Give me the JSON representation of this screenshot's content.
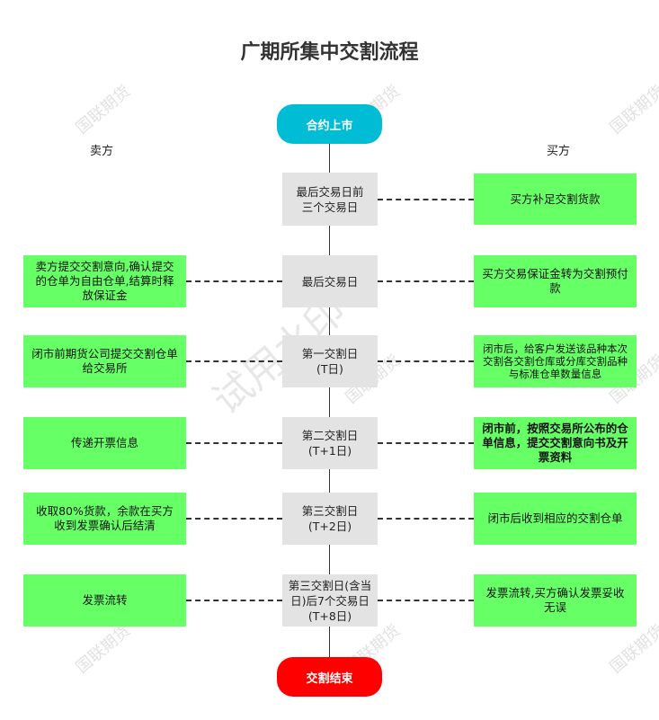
{
  "title": "广期所集中交割流程",
  "seller_label": "卖方",
  "buyer_label": "买方",
  "start": "合约上市",
  "end": "交割结束",
  "steps": [
    {
      "center": "最后交易日前\n三个交易日",
      "left": "",
      "right": "买方补足交割货款"
    },
    {
      "center": "最后交易日",
      "left": "卖方提交交割意向,确认提交的仓单为自由仓单,结算时释放保证金",
      "right": "买方交易保证金转为交割预付款"
    },
    {
      "center": "第一交割日\n(T日)",
      "left": "闭市前期货公司提交交割仓单给交易所",
      "right": "闭市后，给客户发送该品种本次交割各交割仓库或分库交割品种与标准仓单数量信息"
    },
    {
      "center": "第二交割日\n(T+1日)",
      "left": "传递开票信息",
      "right": "闭市前，按照交易所公布的仓单信息，提交交割意向书及开票资料"
    },
    {
      "center": "第三交割日\n(T+2日)",
      "left": "收取80%货款，余款在买方收到发票确认后结清",
      "right": "闭市后收到相应的交割仓单"
    },
    {
      "center": "第三交割日(含当日)后7个交易日(T+8日)",
      "left": "发票流转",
      "right": "发票流转,买方确认发票妥收无误"
    }
  ],
  "watermark": "国联期货",
  "watermark_center": "试用水印",
  "colors": {
    "start": "#00bcd4",
    "end": "#ff0000",
    "side": "#66ff66",
    "center": "#e3e3e3"
  }
}
